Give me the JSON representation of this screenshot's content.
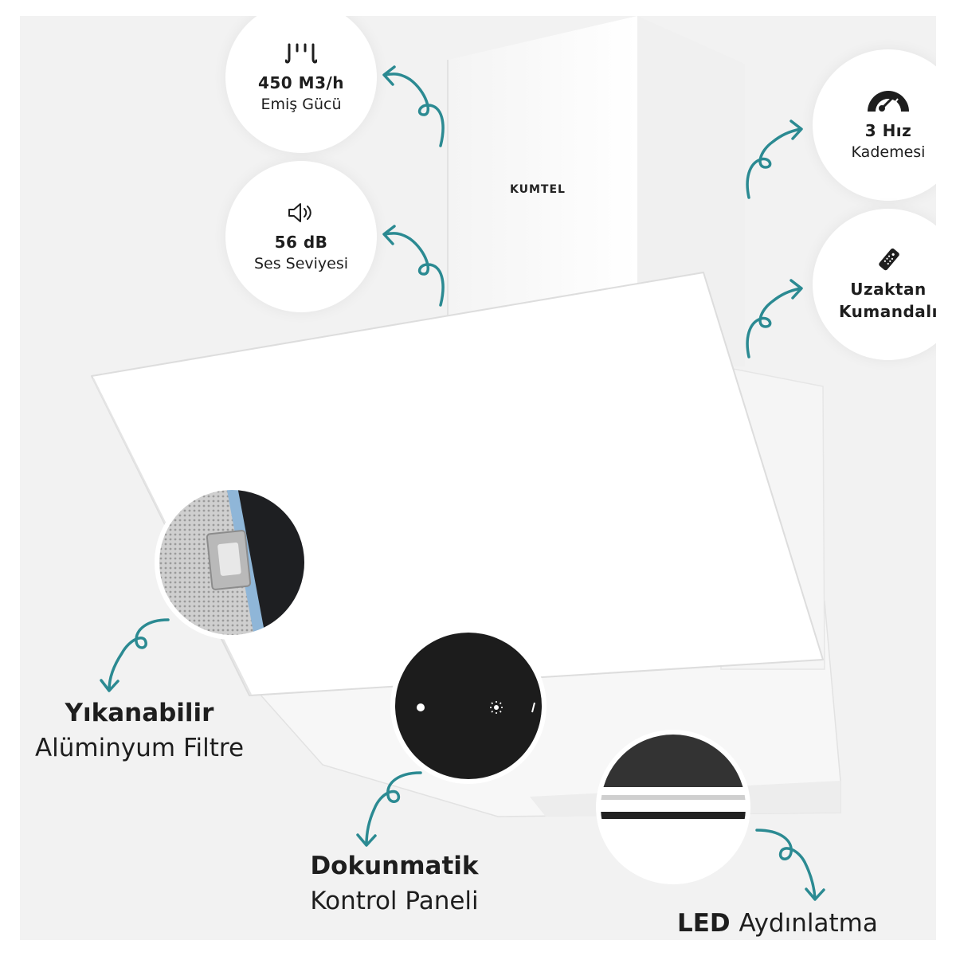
{
  "brand": "KUMTEL",
  "features": {
    "airflow": {
      "icon": "airflow-icon",
      "value": "450 M3/h",
      "caption": "Emiş Gücü"
    },
    "noise": {
      "icon": "speaker-icon",
      "value": "56 dB",
      "caption": "Ses Seviyesi"
    },
    "speed": {
      "icon": "speedometer-icon",
      "value": "3 Hız",
      "caption": "Kademesi"
    },
    "remote": {
      "icon": "remote-control-icon",
      "line1": "Uzaktan",
      "line2": "Kumandalı"
    }
  },
  "callouts": {
    "filter": {
      "bold": "Yıkanabilir",
      "normal": "Alüminyum Filtre"
    },
    "panel": {
      "bold": "Dokunmatik",
      "normal": "Kontrol Paneli"
    },
    "led": {
      "bold": "LED",
      "normal": "Aydınlatma"
    }
  },
  "colors": {
    "arrow": "#2b8a92",
    "background": "#f2f2f2",
    "panel": "#1c1c1c"
  }
}
